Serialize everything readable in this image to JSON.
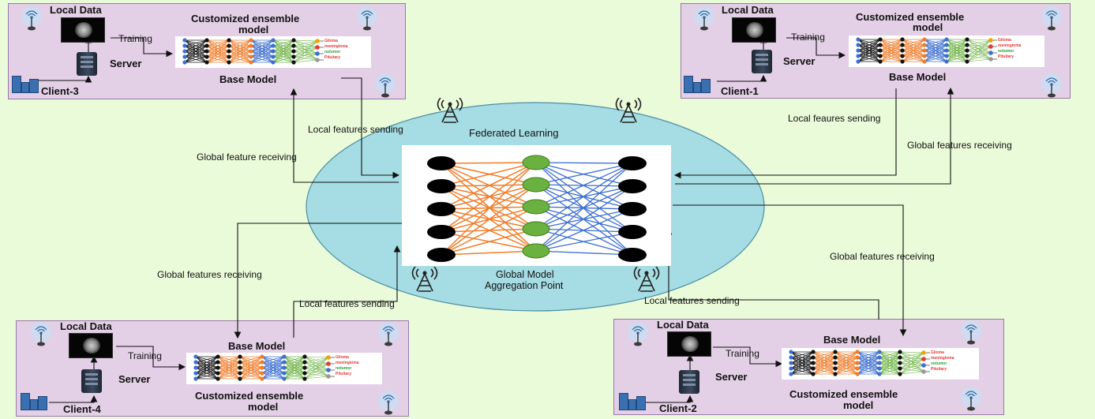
{
  "center": {
    "title": "Federated Learning",
    "aggregation_label_line1": "Global Model",
    "aggregation_label_line2": "Aggregation Point"
  },
  "clients": [
    {
      "id": "c3",
      "client_label": "Client-3",
      "local_data": "Local Data",
      "server": "Server",
      "training": "Training",
      "top_label_line1": "Customized ensemble",
      "top_label_line2": "model",
      "bottom_label": "Base Model"
    },
    {
      "id": "c1",
      "client_label": "Client-1",
      "local_data": "Local Data",
      "server": "Server",
      "training": "Training",
      "top_label_line1": "Customized ensemble",
      "top_label_line2": "model",
      "bottom_label": "Base Model"
    },
    {
      "id": "c4",
      "client_label": "Client-4",
      "local_data": "Local Data",
      "server": "Server",
      "training": "Training",
      "top_label": "Base Model",
      "bottom_label_line1": "Customized ensemble",
      "bottom_label_line2": "model"
    },
    {
      "id": "c2",
      "client_label": "Client-2",
      "local_data": "Local Data",
      "server": "Server",
      "training": "Training",
      "top_label": "Base Model",
      "bottom_label_line1": "Customized ensemble",
      "bottom_label_line2": "model"
    }
  ],
  "legend": [
    "Glioma",
    "meningioma",
    "notumor",
    "Pituitary"
  ],
  "legend_colors": [
    "#e53935",
    "#e53935",
    "#2e9d3a",
    "#e53935"
  ],
  "arrows": {
    "c3_sending": "Local features sending",
    "c3_receiving": "Global  feature receiving",
    "c1_sending": "Local feaures sending",
    "c1_receiving": "Global features receiving",
    "c4_receiving": "Global features receiving",
    "c4_sending": "Local features sending",
    "c2_sending": "Local features sending",
    "c2_receiving": "Global features receiving"
  },
  "colors": {
    "background": "#eafbd9",
    "panel": "#e3cfe6",
    "circle": "#a6dce3",
    "orange_links": "#f07d2a",
    "blue_links": "#3d6fd0",
    "green_nodes": "#6ab13f"
  }
}
